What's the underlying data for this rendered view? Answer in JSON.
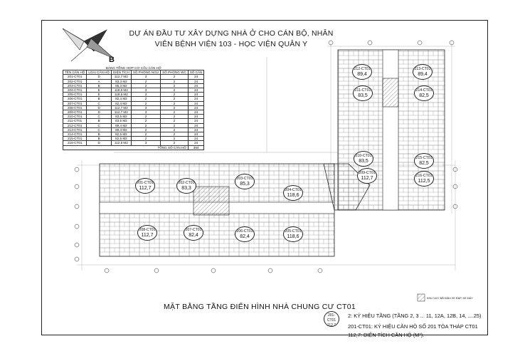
{
  "title": {
    "line1": "DỰ ÁN ĐẦU TƯ XÂY DỰNG NHÀ Ở CHO CÁN BỘ, NHÂN",
    "line2": "VIÊN BỆNH VIỆN 103 - HỌC VIỆN QUÂN Y"
  },
  "compass": {
    "label": "B"
  },
  "summary_table": {
    "caption": "BẢNG TỔNG HỢP CƠ CẤU CĂN HỘ",
    "headers": [
      "TÊN CĂN HỘ",
      "LOẠI CĂN HỘ",
      "DIỆN TÍCH",
      "SỐ PHÒNG NGỦ",
      "SỐ PHÒNG WC",
      "SỐ CĂN"
    ],
    "rows": [
      [
        "201-CT01",
        "D",
        "112,7 M2",
        "3",
        "2",
        "24"
      ],
      [
        "202-CT01",
        "A",
        "83,3 M2",
        "2",
        "2",
        "24"
      ],
      [
        "203-CT01",
        "B",
        "85,3 M2",
        "2",
        "2",
        "24"
      ],
      [
        "204-CT01",
        "E",
        "118,6 M2",
        "3",
        "2",
        "24"
      ],
      [
        "205-CT01",
        "E",
        "118,6 M2",
        "3",
        "2",
        "24"
      ],
      [
        "206-CT01",
        "B",
        "82,4 M2",
        "2",
        "2",
        "24"
      ],
      [
        "207-CT01",
        "C",
        "82,4 M2",
        "2",
        "2",
        "24"
      ],
      [
        "208-CT01",
        "D",
        "112,7 M2",
        "3",
        "2",
        "24"
      ],
      [
        "209-CT01",
        "D",
        "112,7 M2",
        "3",
        "2",
        "24"
      ],
      [
        "210-CT01",
        "C",
        "83,5 M2",
        "2",
        "2",
        "24"
      ],
      [
        "211-CT01",
        "B",
        "83,5 M2",
        "2",
        "2",
        "24"
      ],
      [
        "212-CT01",
        "C",
        "89,4 M2",
        "2",
        "2",
        "24"
      ],
      [
        "213-CT01",
        "C",
        "89,4 M2",
        "2",
        "2",
        "24"
      ],
      [
        "214-CT01",
        "B",
        "82,5 M2",
        "2",
        "2",
        "24"
      ],
      [
        "215-CT01",
        "B",
        "82,5 M2",
        "2",
        "2",
        "24"
      ],
      [
        "216-CT01",
        "D",
        "112,5 M2",
        "3",
        "2",
        "24"
      ]
    ],
    "total_label": "TỔNG SỐ CĂN HỘ",
    "total_value": "384"
  },
  "apartments": [
    {
      "id": "201-CT01",
      "area": "112,7"
    },
    {
      "id": "202-CT01",
      "area": "83,3"
    },
    {
      "id": "203-CT01",
      "area": "85,3"
    },
    {
      "id": "204-CT01",
      "area": "118,6"
    },
    {
      "id": "205-CT01",
      "area": "118,6"
    },
    {
      "id": "206-CT01",
      "area": "82,4"
    },
    {
      "id": "207-CT01",
      "area": "82,4"
    },
    {
      "id": "208-CT01",
      "area": "112,7"
    },
    {
      "id": "209-CT01",
      "area": "112,7"
    },
    {
      "id": "210-CT01",
      "area": "83,5"
    },
    {
      "id": "211-CT01",
      "area": "83,5"
    },
    {
      "id": "212-CT01",
      "area": "89,4"
    },
    {
      "id": "213-CT01",
      "area": "89,4"
    },
    {
      "id": "214-CT01",
      "area": "82,5"
    },
    {
      "id": "215-CT01",
      "area": "82,5"
    },
    {
      "id": "216-CT01",
      "area": "112,5"
    }
  ],
  "drawing_title": "MẶT BẰNG TẦNG ĐIỂN HÌNH NHÀ CHUNG CƯ CT01",
  "hatch_label": "KHU VỰC BÃI ĐẬU XE ĐẠP, XE MÁY",
  "legend": {
    "badge_id": "201-CT01",
    "badge_area": "112,7",
    "line1": "2: KÝ HIỆU TẦNG (TẦNG 2, 3 ... 11, 12A, 12B, 14, ....25)",
    "line2": "201-CT01: KÝ HIỆU CĂN HỘ SỐ 201 TÒA THÁP CT01",
    "line3": "112,7: DIỆN TÍCH CĂN HỘ (M²)."
  },
  "colors": {
    "line": "#222222",
    "hatch": "#555555"
  }
}
